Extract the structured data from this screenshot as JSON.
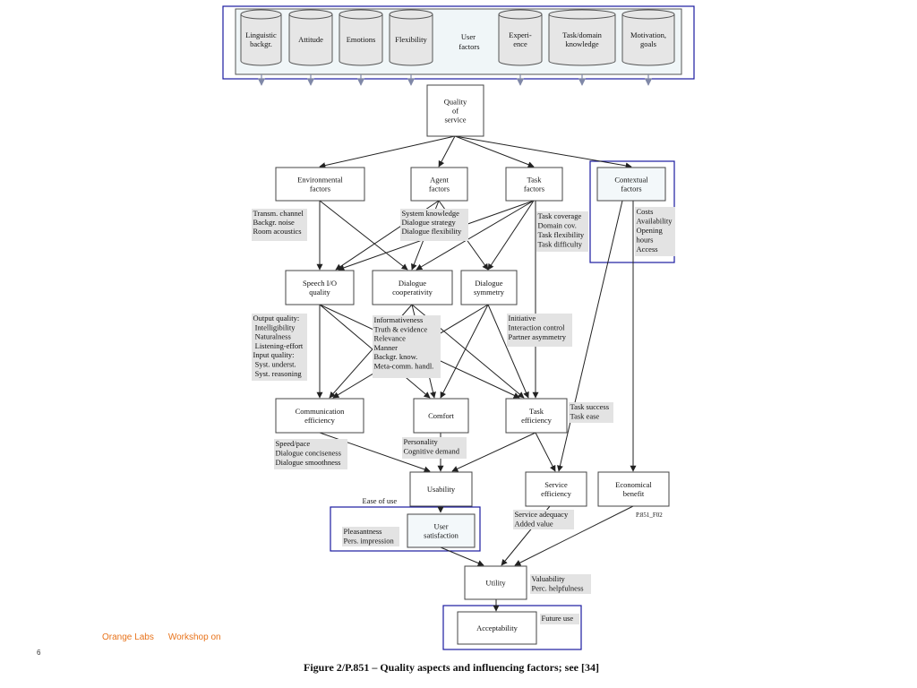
{
  "user_factors": {
    "cylinders": [
      {
        "id": "c1",
        "lines": [
          "Linguistic",
          "backgr."
        ]
      },
      {
        "id": "c2",
        "lines": [
          "Attitude"
        ]
      },
      {
        "id": "c3",
        "lines": [
          "Emotions"
        ]
      },
      {
        "id": "c4",
        "lines": [
          "Flexibility"
        ]
      },
      {
        "id": "c5",
        "lines": [
          "Experi-",
          "ence"
        ]
      },
      {
        "id": "c6",
        "lines": [
          "Task/domain",
          "knowledge"
        ]
      },
      {
        "id": "c7",
        "lines": [
          "Motivation,",
          "goals"
        ]
      }
    ],
    "label": [
      "User",
      "factors"
    ]
  },
  "nodes": [
    {
      "id": "qos",
      "lines": [
        "Quality",
        "of",
        "service"
      ]
    },
    {
      "id": "env",
      "lines": [
        "Environmental",
        "factors"
      ]
    },
    {
      "id": "agent",
      "lines": [
        "Agent",
        "factors"
      ]
    },
    {
      "id": "task",
      "lines": [
        "Task",
        "factors"
      ]
    },
    {
      "id": "ctx",
      "lines": [
        "Contextual",
        "factors"
      ]
    },
    {
      "id": "speech",
      "lines": [
        "Speech I/O",
        "quality"
      ]
    },
    {
      "id": "coop",
      "lines": [
        "Dialogue",
        "cooperativity"
      ]
    },
    {
      "id": "sym",
      "lines": [
        "Dialogue",
        "symmetry"
      ]
    },
    {
      "id": "comm",
      "lines": [
        "Communication",
        "efficiency"
      ]
    },
    {
      "id": "comfort",
      "lines": [
        "Comfort"
      ]
    },
    {
      "id": "taskeff",
      "lines": [
        "Task",
        "efficiency"
      ]
    },
    {
      "id": "usab",
      "lines": [
        "Usability"
      ]
    },
    {
      "id": "serv",
      "lines": [
        "Service",
        "efficiency"
      ]
    },
    {
      "id": "econ",
      "lines": [
        "Economical",
        "benefit"
      ]
    },
    {
      "id": "usersat",
      "lines": [
        "User",
        "satisfaction"
      ]
    },
    {
      "id": "utility",
      "lines": [
        "Utility"
      ]
    },
    {
      "id": "accept",
      "lines": [
        "Acceptability"
      ]
    }
  ],
  "notes": [
    {
      "id": "n_env",
      "lines": [
        "Transm. channel",
        "Backgr. noise",
        "Room acoustics"
      ]
    },
    {
      "id": "n_agent",
      "lines": [
        "System knowledge",
        "Dialogue strategy",
        "Dialogue flexibility"
      ]
    },
    {
      "id": "n_task",
      "lines": [
        "Task coverage",
        "Domain cov.",
        "Task flexibility",
        "Task difficulty"
      ]
    },
    {
      "id": "n_ctx",
      "lines": [
        "Costs",
        "Availability",
        "Opening",
        "hours",
        "Access"
      ]
    },
    {
      "id": "n_speech",
      "lines": [
        "Output quality:",
        "  Intelligibility",
        "  Naturalness",
        "  Listening-effort",
        "Input quality:",
        "  Syst. underst.",
        "  Syst. reasoning"
      ]
    },
    {
      "id": "n_coop",
      "lines": [
        "Informativeness",
        "Truth & evidence",
        "Relevance",
        "Manner",
        "Backgr. know.",
        "Meta-comm. handl."
      ]
    },
    {
      "id": "n_sym",
      "lines": [
        "Initiative",
        "Interaction control",
        "Partner asymmetry"
      ]
    },
    {
      "id": "n_taskeff",
      "lines": [
        "Task success",
        "Task ease"
      ]
    },
    {
      "id": "n_comm",
      "lines": [
        "Speed/pace",
        "Dialogue conciseness",
        "Dialogue smoothness"
      ]
    },
    {
      "id": "n_comfort",
      "lines": [
        "Personality",
        "Cognitive demand"
      ]
    },
    {
      "id": "n_usab",
      "lines": [
        "Ease of use"
      ]
    },
    {
      "id": "n_serv",
      "lines": [
        "Service adequacy",
        "Added value"
      ]
    },
    {
      "id": "n_sat",
      "lines": [
        "Pleasantness",
        "Pers. impression"
      ]
    },
    {
      "id": "n_util",
      "lines": [
        "Valuability",
        "Perc. helpfulness"
      ]
    },
    {
      "id": "n_accept",
      "lines": [
        "Future use"
      ]
    }
  ],
  "figure_code": "P.851_F02",
  "footer": {
    "company": "Orange Labs",
    "event": "Workshop on"
  },
  "page_number": "6",
  "caption": "Figure 2/P.851 – Quality aspects and influencing factors; see [34]"
}
